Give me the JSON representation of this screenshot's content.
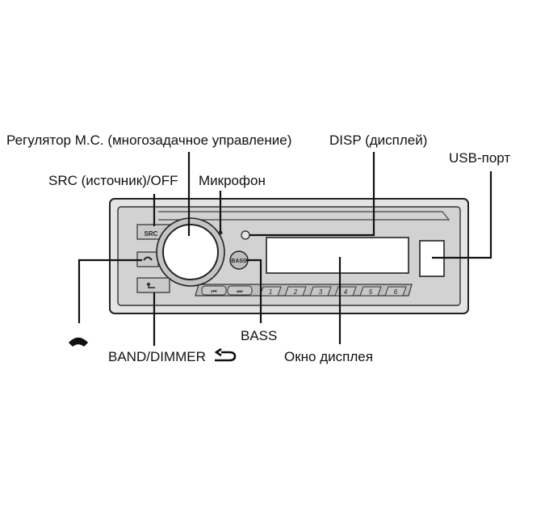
{
  "labels": {
    "mc_dial": "Регулятор M.C. (многозадачное управление)",
    "disp": "DISP (дисплей)",
    "usb": "USB-порт",
    "src_off": "SRC (источник)/OFF",
    "mic": "Микрофон",
    "bass": "BASS",
    "band_dimmer": "BAND/DIMMER",
    "display_window": "Окно дисплея"
  },
  "unit": {
    "src_button": "SRC",
    "bass_button": "BASS",
    "prev_track": "⏮",
    "next_track": "⏭",
    "presets": [
      "1",
      "2",
      "3",
      "4",
      "5",
      "6"
    ]
  },
  "icons": {
    "phone": "phone-icon",
    "return": "return-arrow-icon"
  }
}
